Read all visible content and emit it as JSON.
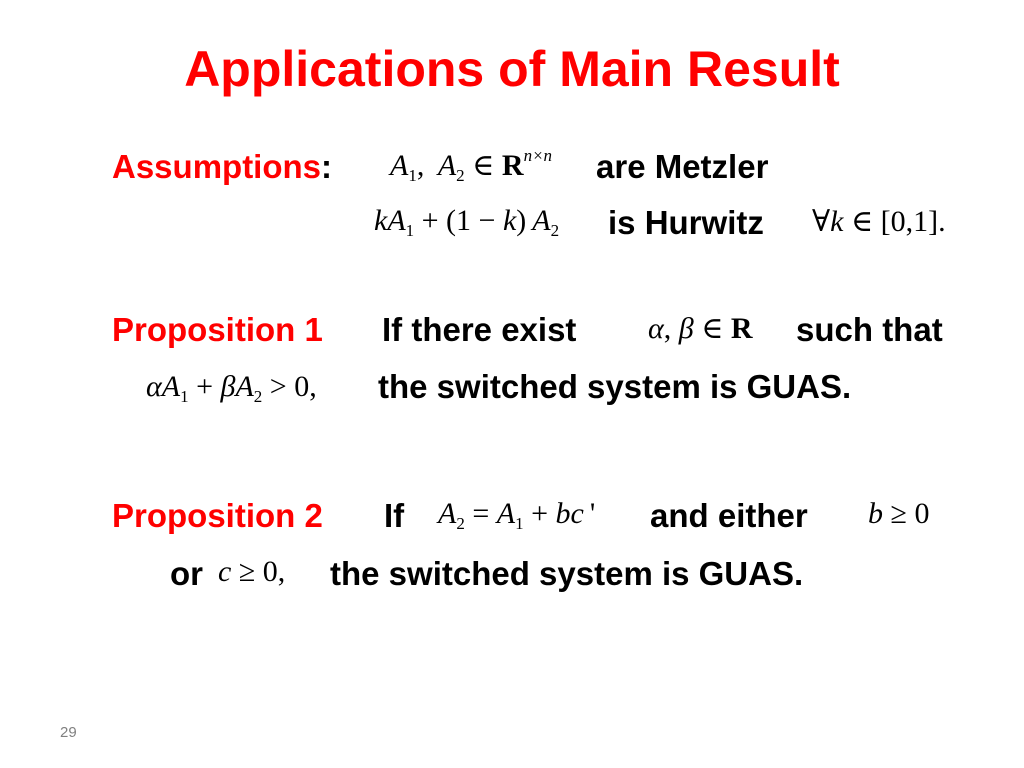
{
  "title": "Applications of Main Result",
  "assumptions": {
    "label": "Assumptions",
    "colon": ":",
    "line1_text": "are Metzler",
    "line2_text": "is Hurwitz"
  },
  "proposition1": {
    "label": "Proposition 1",
    "text_a": "If there exist",
    "text_b": "such that",
    "text_c": "the switched system is GUAS."
  },
  "proposition2": {
    "label": "Proposition 2",
    "text_a": "If",
    "text_b": "and either",
    "text_c": "or",
    "text_d": "the switched system is GUAS."
  },
  "slide_number": "29",
  "colors": {
    "accent": "#ff0000",
    "text": "#000000",
    "slide_number": "#808080"
  }
}
